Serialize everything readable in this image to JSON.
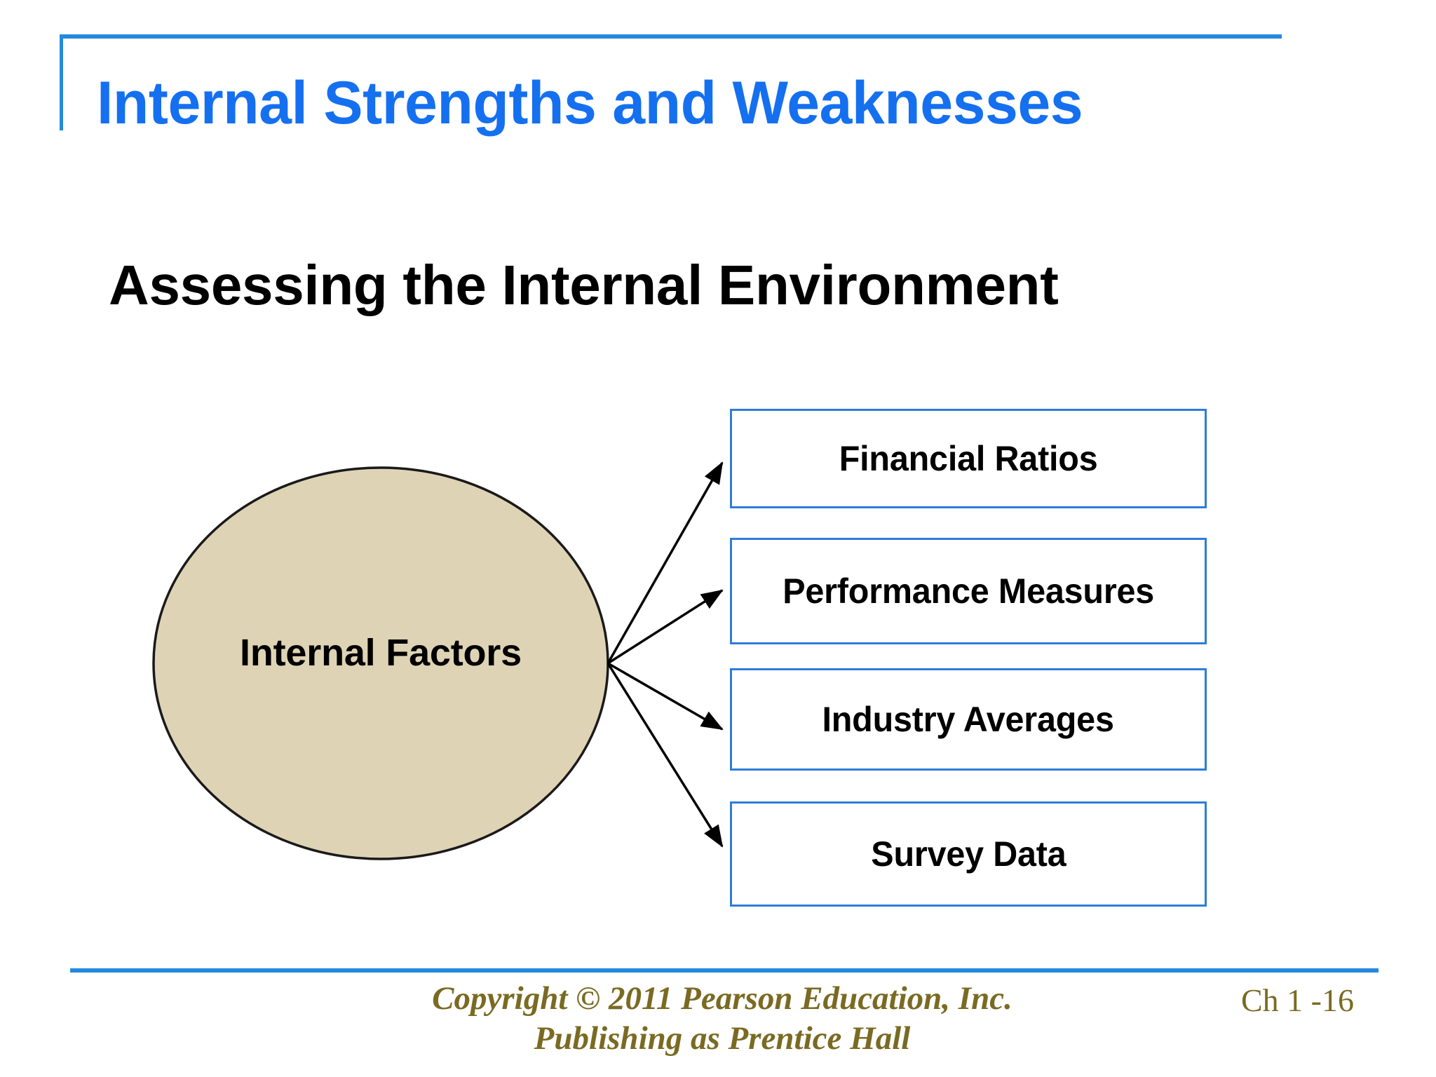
{
  "slide": {
    "title": "Internal Strengths and Weaknesses",
    "subtitle": "Assessing the Internal Environment"
  },
  "colors": {
    "title_blue": "#1570F0",
    "rule_blue": "#2589DE",
    "box_border_blue": "#2E7DD7",
    "ellipse_fill": "#DED3B5",
    "ellipse_stroke": "#1A1A1A",
    "arrow_black": "#000000",
    "footer_olive": "#7A6A22"
  },
  "diagram": {
    "type": "hub-and-spoke",
    "hub": {
      "shape": "ellipse",
      "label": "Internal Factors"
    },
    "nodes": [
      {
        "label": "Financial Ratios"
      },
      {
        "label": "Performance Measures"
      },
      {
        "label": "Industry Averages"
      },
      {
        "label": "Survey Data"
      }
    ],
    "connector_count": 4,
    "connector_style": "single-headed arrow from hub to node"
  },
  "footer": {
    "copyright_line1": "Copyright © 2011 Pearson Education, Inc.",
    "copyright_line2": "Publishing as Prentice Hall",
    "chapter": "Ch 1 -16"
  }
}
